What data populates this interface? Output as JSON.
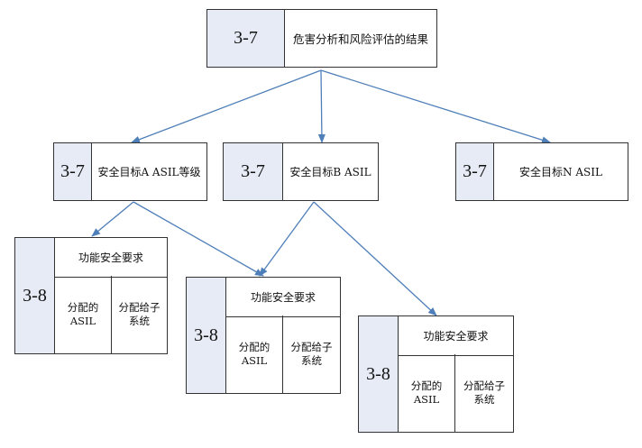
{
  "root": {
    "tag": "3-7",
    "label": "危害分析和风险评估的结果"
  },
  "goals": [
    {
      "tag": "3-7",
      "label": "安全目标A ASIL等级"
    },
    {
      "tag": "3-7",
      "label": "安全目标B ASIL"
    },
    {
      "tag": "3-7",
      "label": "安全目标N ASIL"
    }
  ],
  "requirements": [
    {
      "tag": "3-8",
      "title": "功能安全要求",
      "left": "分配的\nASIL",
      "right": "分配给子\n系统"
    },
    {
      "tag": "3-8",
      "title": "功能安全要求",
      "left": "分配的\nASIL",
      "right": "分配给子\n系统"
    },
    {
      "tag": "3-8",
      "title": "功能安全要求",
      "left": "分配的\nASIL",
      "right": "分配给子\n系统"
    }
  ],
  "colors": {
    "arrow": "#4f7fb8",
    "tag_fill": "#e6ebf5",
    "border": "#333333"
  }
}
